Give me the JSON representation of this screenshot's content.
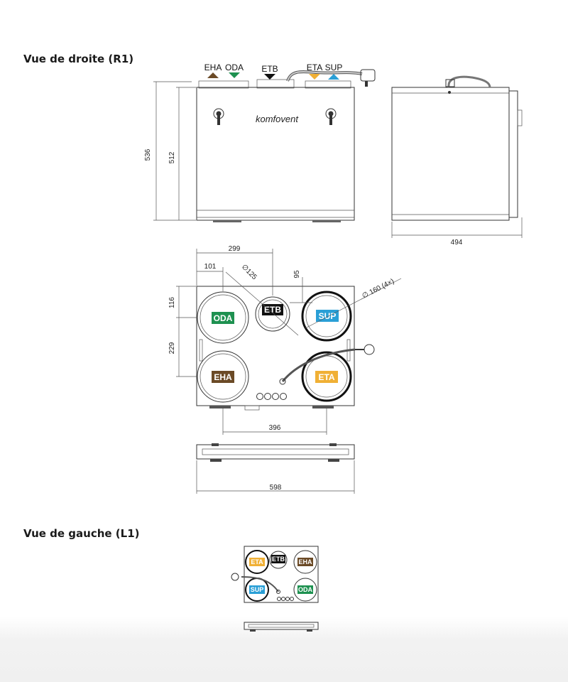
{
  "sections": {
    "right_view_title": "Vue de droite (R1)",
    "left_view_title": "Vue de gauche (L1)"
  },
  "brand": "komfovent",
  "top_labels": {
    "eha": "EHA",
    "oda": "ODA",
    "etb": "ETB",
    "eta": "ETA",
    "sup": "SUP"
  },
  "ports": {
    "oda": "ODA",
    "etb": "ETB",
    "sup": "SUP",
    "eha": "EHA",
    "eta": "ETA"
  },
  "dimensions": {
    "h_536": "536",
    "h_512": "512",
    "w_494": "494",
    "d_299": "299",
    "d_101": "101",
    "d_125": "∅125",
    "d_95": "95",
    "d_160": "∅ 160 (4×)",
    "d_116": "116",
    "d_229": "229",
    "d_396": "396",
    "w_598": "598"
  },
  "colors": {
    "oda": "#1e9150",
    "sup": "#2a9fd6",
    "eha": "#6b4a26",
    "eta": "#f0b035",
    "etb": "#111111"
  }
}
